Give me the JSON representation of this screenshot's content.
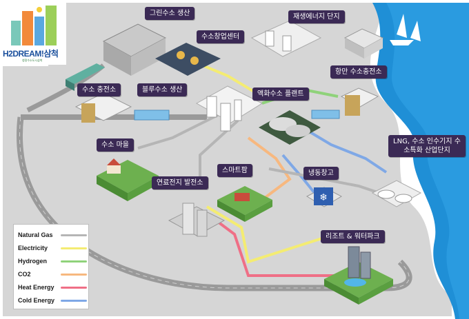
{
  "logo": {
    "brand": "H2DREAM!삼척",
    "tagline": "청정수소도시삼척"
  },
  "labels": {
    "green_h2": "그린수소 생산",
    "startup_center": "수소창업센터",
    "renewable_complex": "재생에너지 단지",
    "h2_station": "수소 충전소",
    "blue_h2": "블루수소 생산",
    "liquid_h2_plant": "액화수소 플랜트",
    "port_h2_station": "항만 수소충전소",
    "h2_village": "수소 마을",
    "lng_base": "LNG, 수소 인수기지 수소특화 산업단지",
    "fuel_cell_plant": "연료전지 발전소",
    "smart_farm": "스마트팜",
    "cold_storage": "냉동창고",
    "resort": "리조트 & 워터파크"
  },
  "legend": [
    {
      "label": "Natural Gas",
      "color": "#b5b5b5"
    },
    {
      "label": "Electricity",
      "color": "#f4ec72"
    },
    {
      "label": "Hydrogen",
      "color": "#8fd27a"
    },
    {
      "label": "CO2",
      "color": "#f7b87f"
    },
    {
      "label": "Heat Energy",
      "color": "#ef6f86"
    },
    {
      "label": "Cold Energy",
      "color": "#7fa8e6"
    }
  ],
  "colors": {
    "label_bg": "#3b2a55",
    "sea": "#1f8fd6",
    "land": "#d9d9d9",
    "road": "#9a9a9a",
    "grass": "#6db04f"
  }
}
